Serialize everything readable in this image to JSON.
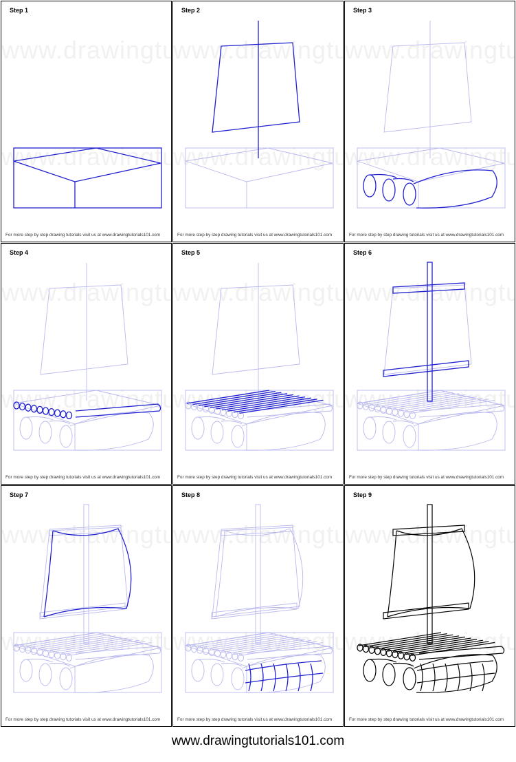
{
  "steps": [
    {
      "label": "Step 1"
    },
    {
      "label": "Step 2"
    },
    {
      "label": "Step 3"
    },
    {
      "label": "Step 4"
    },
    {
      "label": "Step 5"
    },
    {
      "label": "Step 6"
    },
    {
      "label": "Step 7"
    },
    {
      "label": "Step 8"
    },
    {
      "label": "Step 9"
    }
  ],
  "watermark_text": "www.drawingtutorials101.com",
  "footer_note": "For more step by step drawing tutorials visit us at www.drawingtutorials101.com",
  "bottom_url": "www.drawingtutorials101.com",
  "colors": {
    "new_stroke": "#2020d0",
    "guide_stroke": "#b8b8ee",
    "final_stroke": "#000000",
    "border": "#000000"
  }
}
